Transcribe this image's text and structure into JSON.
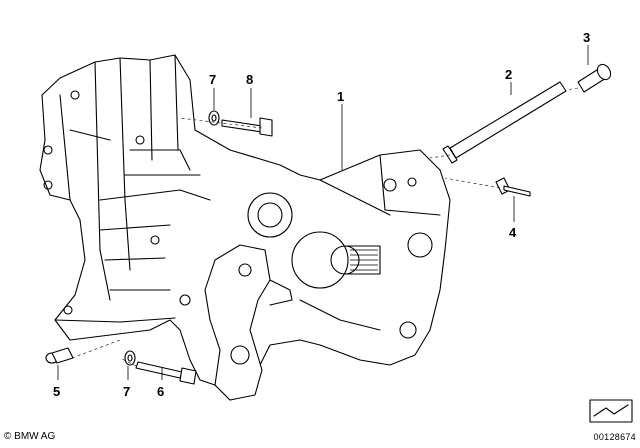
{
  "callouts": {
    "c1": "1",
    "c2": "2",
    "c3": "3",
    "c4": "4",
    "c5": "5",
    "c6": "6",
    "c7a": "7",
    "c7b": "7",
    "c8": "8"
  },
  "footer": {
    "copyright": "© BMW AG",
    "diagram_number": "00128674"
  },
  "icons": {
    "corner": "page-curl-icon"
  }
}
